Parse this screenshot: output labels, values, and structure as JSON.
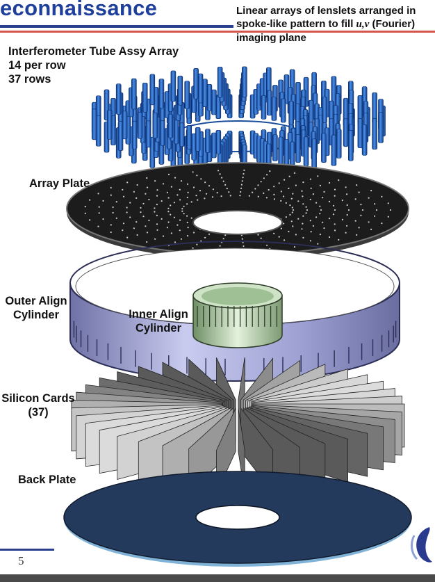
{
  "header": {
    "title": "econnaissance",
    "note_part1": "Linear arrays of lenslets arranged in spoke-like pattern to fill ",
    "note_uv": "u,v",
    "note_part2": " (Fourier) imaging plane"
  },
  "labels": {
    "tube_line1": "Interferometer Tube Assy Array",
    "tube_line2": "14 per row",
    "tube_line3": "37 rows",
    "array_plate": "Array Plate",
    "outer_line1": "Outer Align",
    "outer_line2": "Cylinder",
    "inner_line1": "Inner Align",
    "inner_line2": "Cylinder",
    "cards_line1": "Silicon Cards",
    "cards_line2": "(37)",
    "back_plate": "Back Plate"
  },
  "footer": {
    "page_number": "5"
  },
  "colors": {
    "title_blue": "#1f3f9c",
    "rule_red": "#d9534f",
    "tube_blue": "#2f6fd0",
    "plate_dark": "#1b1b1b",
    "cylinder_lavender": "#a4a7d6",
    "inner_green": "#b9d6b0",
    "card_gray": "#8c8c8c",
    "back_navy": "#233a5c"
  }
}
